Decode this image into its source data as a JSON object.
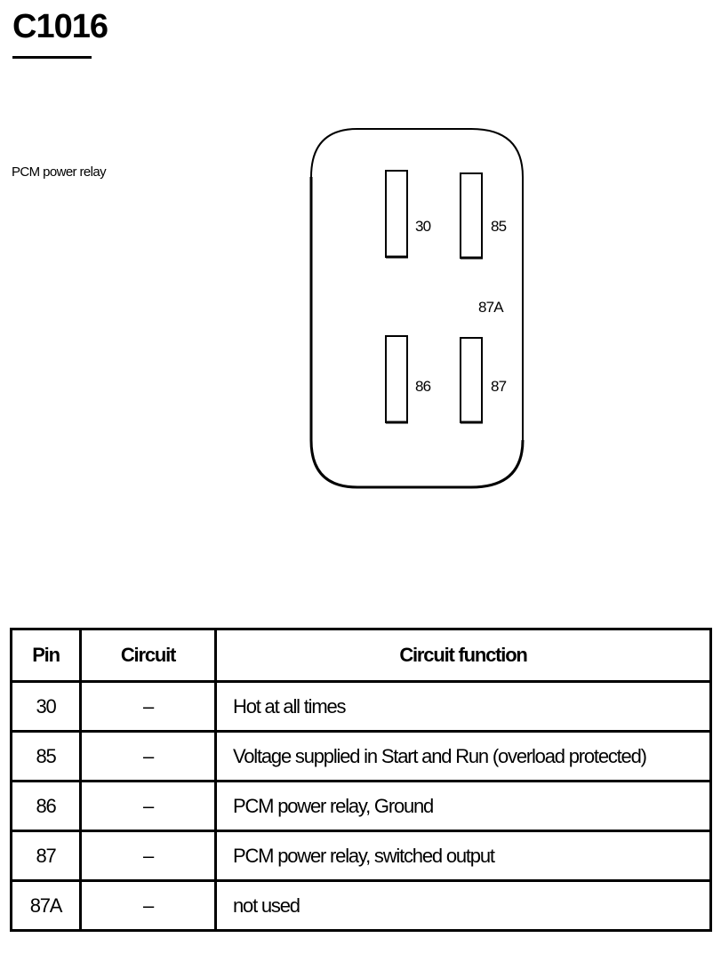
{
  "connector": {
    "id": "C1016",
    "description": "PCM power relay"
  },
  "diagram": {
    "pins": [
      "30",
      "85",
      "87A",
      "86",
      "87"
    ]
  },
  "table": {
    "headers": [
      "Pin",
      "Circuit",
      "Circuit function"
    ],
    "rows": [
      {
        "pin": "30",
        "circuit": "–",
        "function": "Hot at all times"
      },
      {
        "pin": "85",
        "circuit": "–",
        "function": "Voltage supplied in Start and Run (overload protected)"
      },
      {
        "pin": "86",
        "circuit": "–",
        "function": "PCM power relay, Ground"
      },
      {
        "pin": "87",
        "circuit": "–",
        "function": "PCM power relay, switched output"
      },
      {
        "pin": "87A",
        "circuit": "–",
        "function": "not used"
      }
    ]
  }
}
